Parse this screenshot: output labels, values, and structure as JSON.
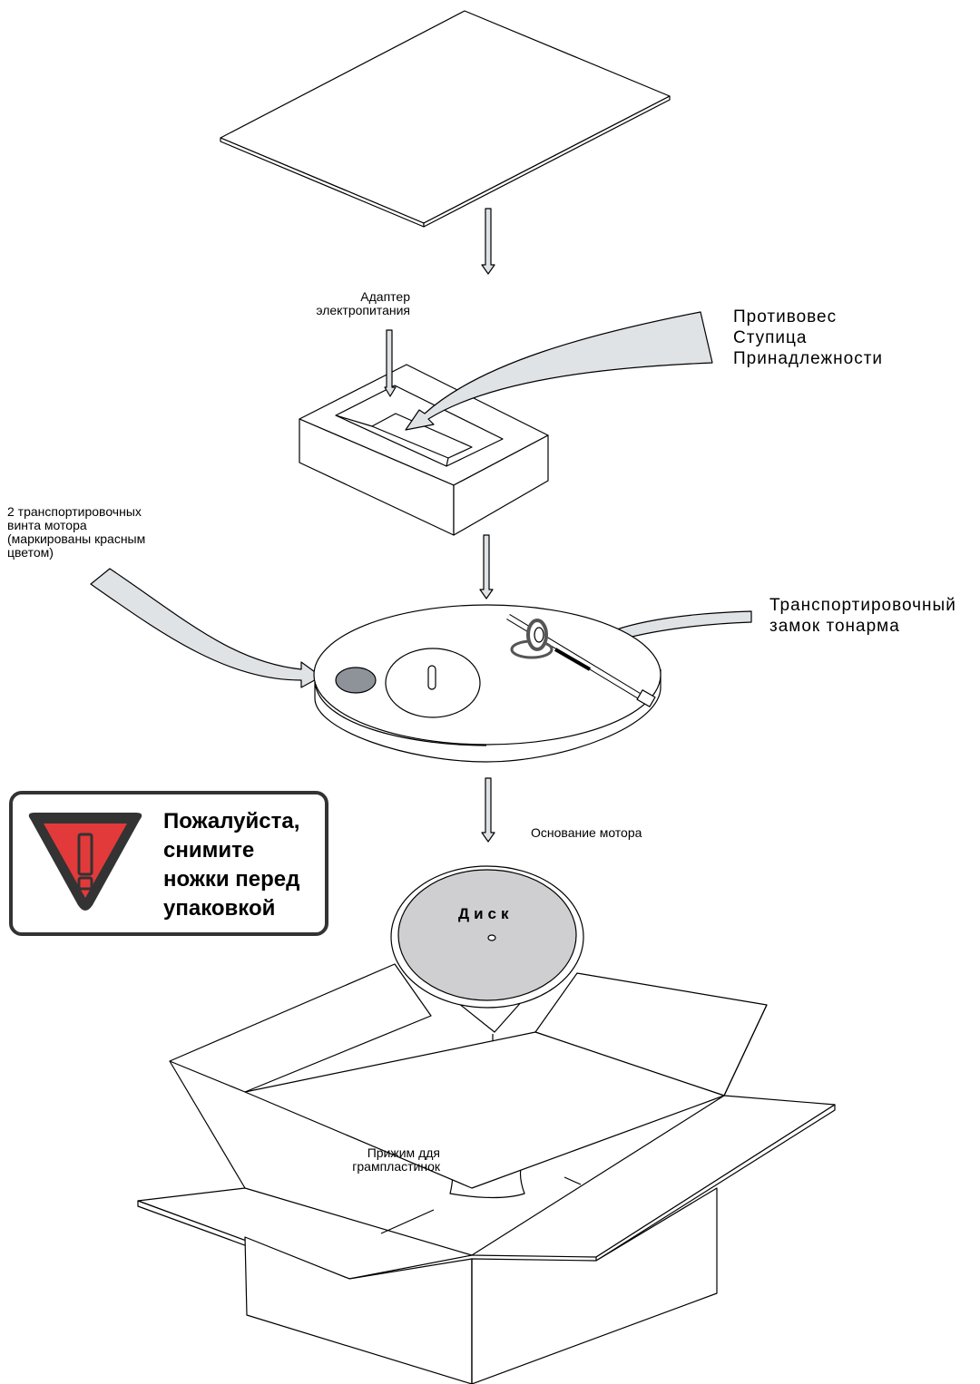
{
  "labels": {
    "power_adapter": "Адаптер\nэлектропитания",
    "accessories": "Противовес\nСтупица\nПринадлежности",
    "transport_screws": "2 транспортировочных\nвинта мотора\n(маркированы красным\nцветом)",
    "tonearm_lock": "Транспортировочный\nзамок  тонарма",
    "motor_base": "Основание мотора",
    "platter": "Диск",
    "record_clamp": "Прижим ддя\nгрампластинок"
  },
  "warning": {
    "text": "Пожалуйста,\nснимите\nножки перед\nупаковкой",
    "icon": "warning-triangle-exclamation",
    "icon_fill": "#e23a3a",
    "icon_border": "#333333"
  },
  "colors": {
    "arrow_fill": "#dfe3e6",
    "platter_fill": "#cfcfd1",
    "screw_fill": "#8e9299",
    "line": "#000000"
  }
}
